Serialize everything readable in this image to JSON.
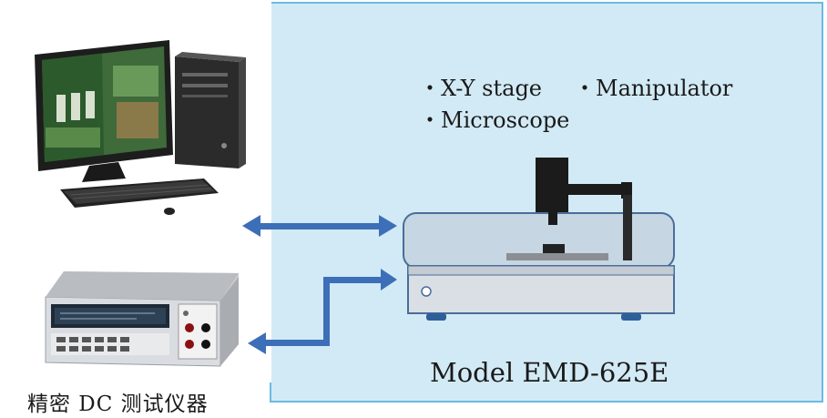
{
  "features": {
    "xy_stage": "・X-Y stage",
    "manipulator": "・Manipulator",
    "microscope": "・Microscope"
  },
  "model_label": "Model EMD-625E",
  "instrument_label": "精密 DC 测试仪器",
  "colors": {
    "panel_background": "#d2eaf5",
    "panel_border": "#6cbbe0",
    "arrow": "#3d6fb8",
    "device_body": "#cfd7e0",
    "device_outline": "#4a6d99",
    "microscope_black": "#1b1b1b"
  },
  "icons": [
    "desktop-computer-icon",
    "dc-test-instrument-icon",
    "probe-station-icon",
    "bidirectional-arrow-icon",
    "elbow-arrow-icon"
  ]
}
